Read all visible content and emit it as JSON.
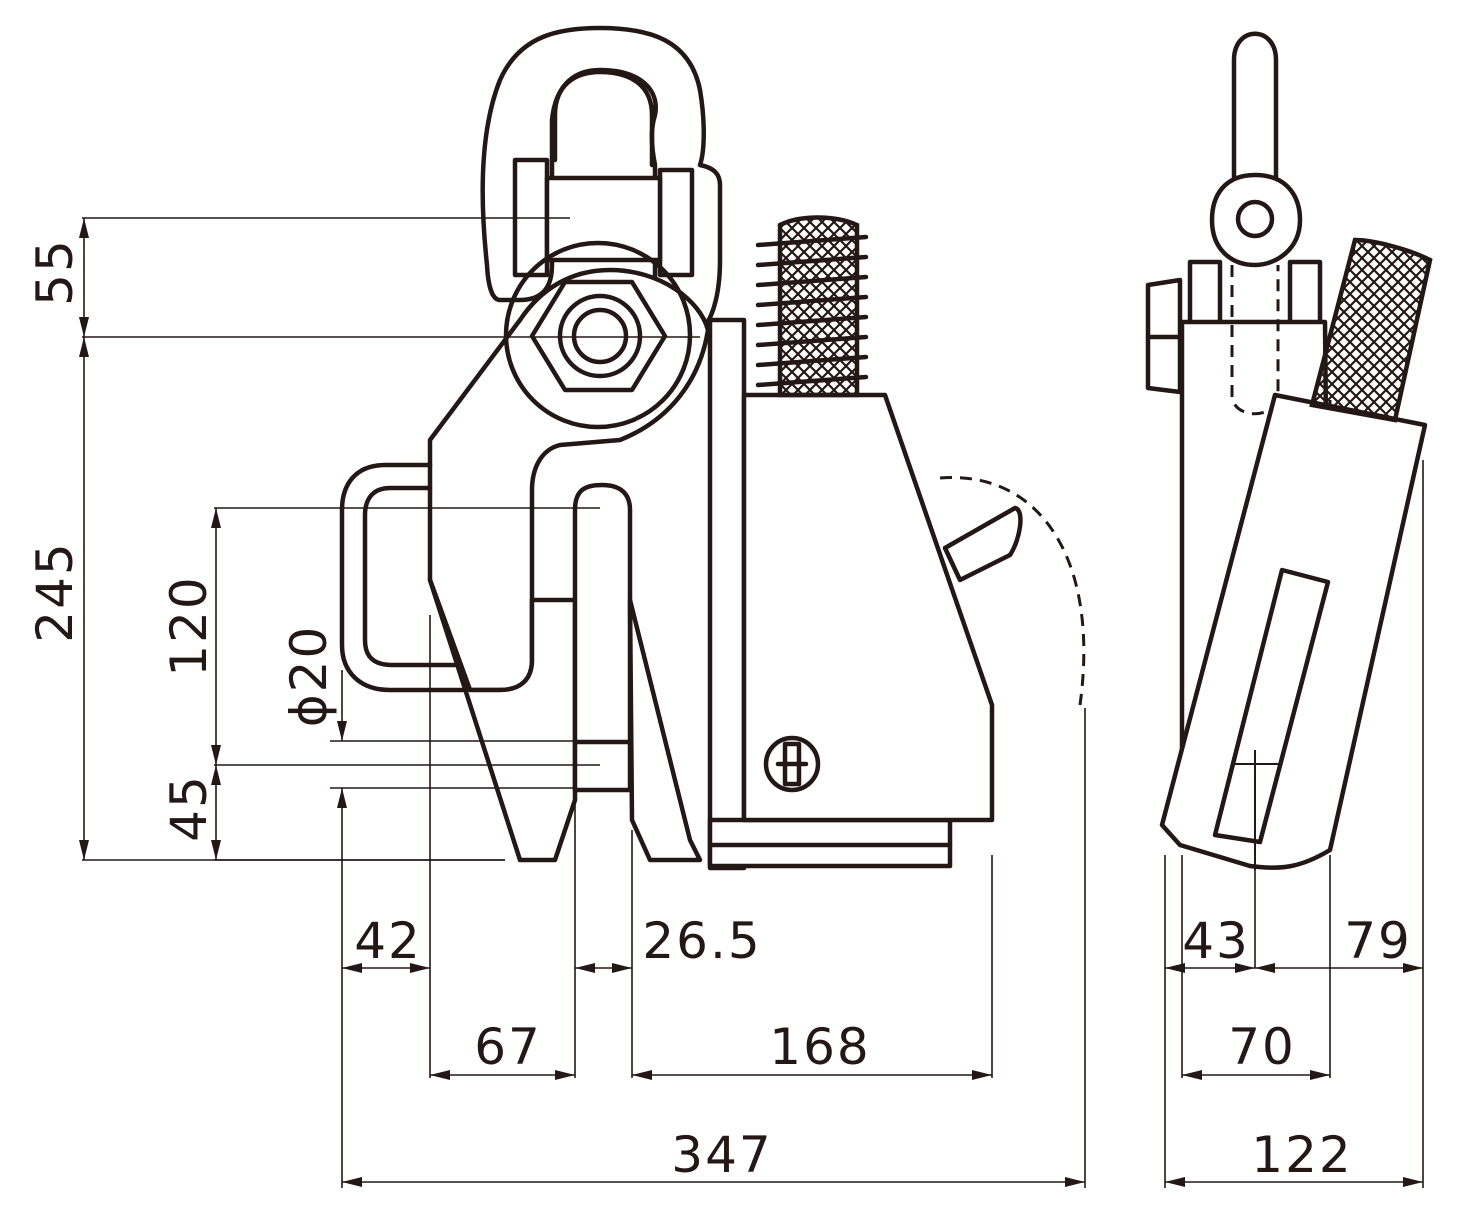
{
  "dimensions": {
    "left_h1": "55",
    "left_h2": "245",
    "left_h3": "120",
    "diameter": "ϕ20",
    "left_h4": "45",
    "w1": "42",
    "w2": "26.5",
    "w3": "67",
    "w4": "168",
    "w5": "347",
    "side_w1": "43",
    "side_w2": "79",
    "side_w3": "70",
    "side_w4": "122"
  },
  "colors": {
    "line": "#231815",
    "background": "#ffffff"
  }
}
